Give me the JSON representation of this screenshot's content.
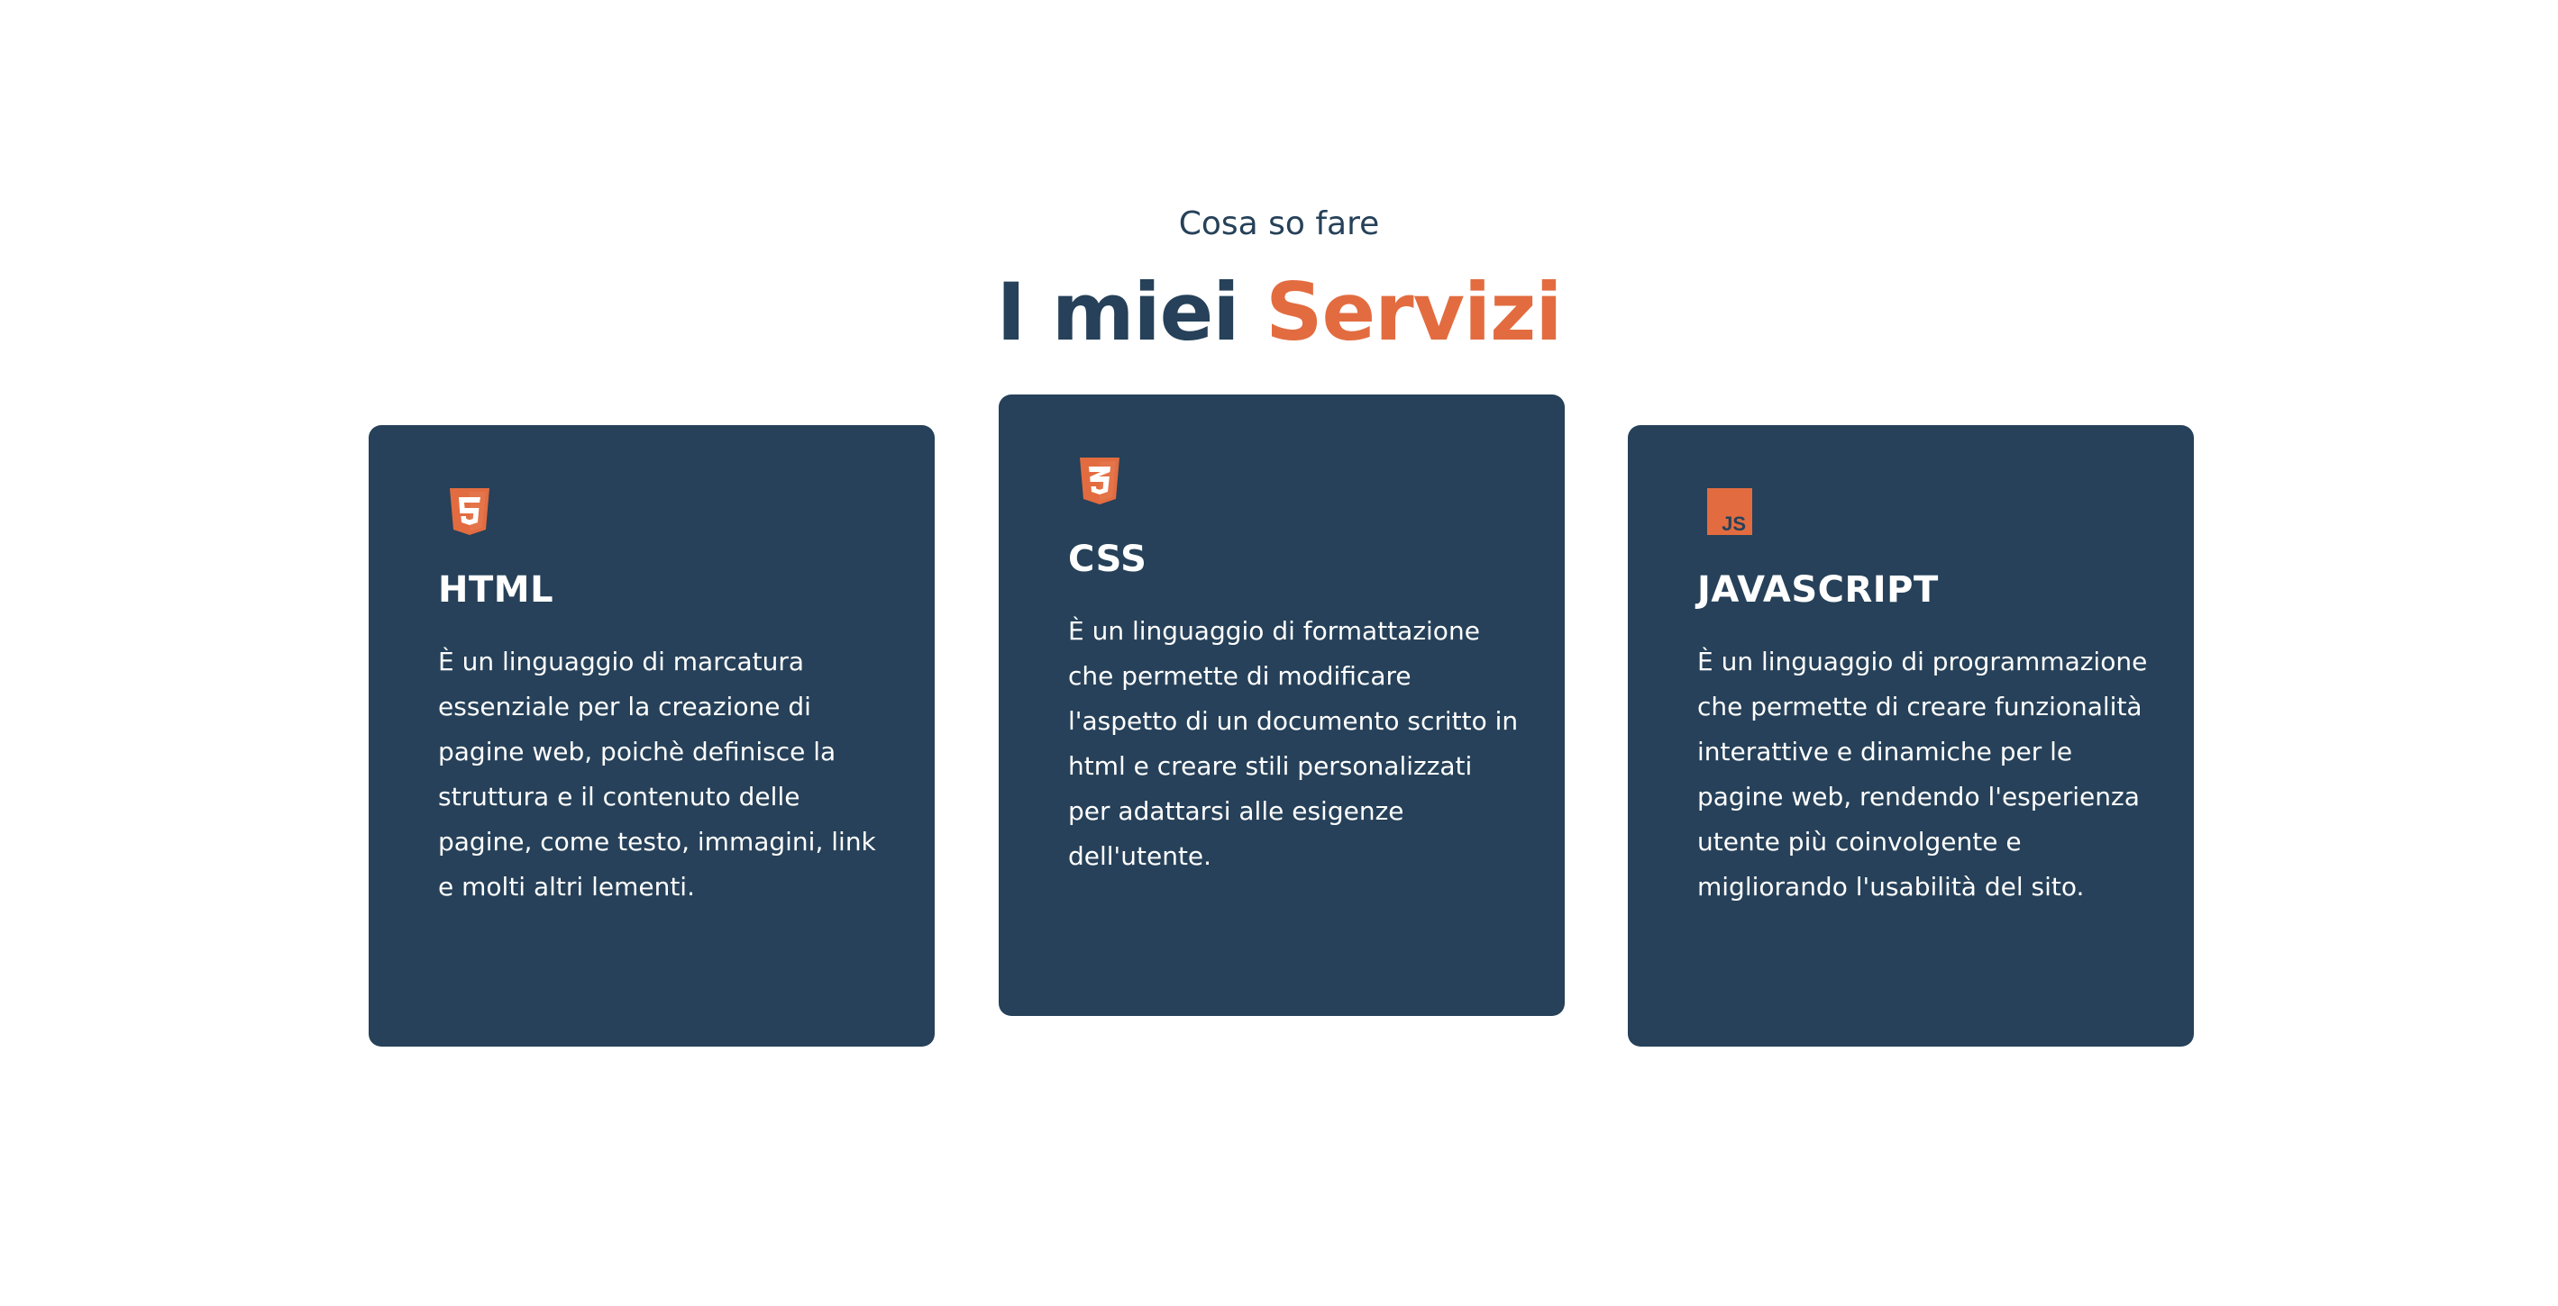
{
  "section": {
    "subtitle": "Cosa so fare",
    "title_main": "I miei",
    "title_accent": "Servizi"
  },
  "colors": {
    "primary": "#264159",
    "accent": "#e26c40",
    "background": "#ffffff"
  },
  "services": [
    {
      "icon": "html5-icon",
      "title": "HTML",
      "description": "È un linguaggio di marcatura essenziale per la creazione di pagine web, poichè definisce la struttura e il contenuto delle pagine, come testo, immagini, link e molti altri lementi."
    },
    {
      "icon": "css3-icon",
      "title": "CSS",
      "description": "È un linguaggio di formattazione che permette di modificare l'aspetto di un documento scritto in html e creare stili personalizzati per adattarsi alle esigenze dell'utente."
    },
    {
      "icon": "javascript-icon",
      "title": "JAVASCRIPT",
      "description": "È un linguaggio di programmazione che permette di creare funzionalità interattive e dinamiche per le pagine web, rendendo l'esperienza utente più coinvolgente e migliorando l'usabilità del sito."
    }
  ]
}
